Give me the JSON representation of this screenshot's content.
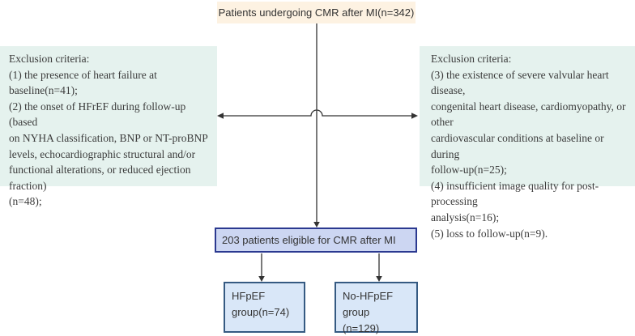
{
  "figure": {
    "top_box": {
      "label": "Patients undergoing CMR after MI(n=342)"
    },
    "left_exclusion_box": {
      "text": "Exclusion criteria:\n(1) the presence of heart failure at baseline(n=41);\n(2) the onset of HFrEF during follow-up (based\non NYHA classification, BNP or NT-proBNP\nlevels, echocardiographic structural and/or\nfunctional alterations, or reduced ejection fraction)\n(n=48);"
    },
    "right_exclusion_box": {
      "text": "Exclusion criteria:\n(3) the existence of severe valvular heart disease,\ncongenital heart disease, cardiomyopathy, or other\ncardiovascular conditions at baseline or during\nfollow-up(n=25);\n(4) insufficient image quality for post-processing\nanalysis(n=16);\n(5) loss to follow-up(n=9)."
    },
    "eligible_box": {
      "label": "203 patients eligible for CMR after MI"
    },
    "hfpef_box": {
      "label": "HFpEF\ngroup(n=74)"
    },
    "no_hfpef_box": {
      "label": "No-HFpEF group\n(n=129)"
    }
  },
  "colors": {
    "top_box_bg": "#fdf2e2",
    "exclusion_box_bg": "#e5f2ee",
    "eligible_box_bg": "#ccd6f2",
    "eligible_box_border": "#2b3990",
    "group_box_bg": "#d9e7f8",
    "group_box_border": "#355a82",
    "connector_line": "#333333"
  }
}
